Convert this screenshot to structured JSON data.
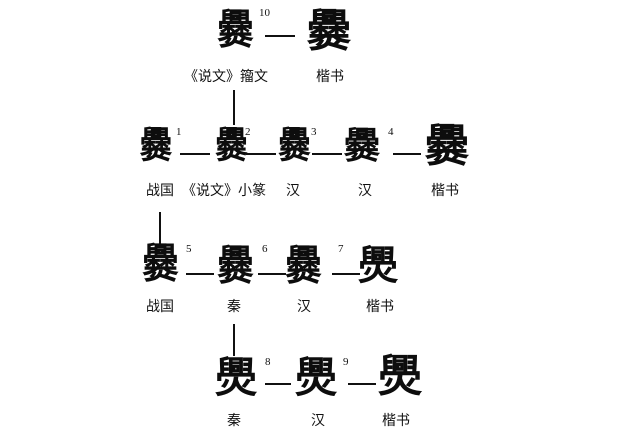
{
  "diagram": {
    "title_character": "爨",
    "background": "#ffffff",
    "ink": "#111111",
    "rows": [
      {
        "nodes": [
          {
            "id": 10,
            "glyph": "爨",
            "number": "10",
            "label": "《说文》籀文"
          },
          {
            "id": "kai-a",
            "glyph": "爨",
            "number": "",
            "label": "楷书"
          }
        ]
      },
      {
        "nodes": [
          {
            "id": 1,
            "glyph": "爨",
            "number": "1",
            "label": "战国"
          },
          {
            "id": 2,
            "glyph": "爨",
            "number": "2",
            "label": "《说文》小篆"
          },
          {
            "id": 3,
            "glyph": "爨",
            "number": "3",
            "label": "汉"
          },
          {
            "id": 4,
            "glyph": "爨",
            "number": "4",
            "label": "汉"
          },
          {
            "id": "kai-b",
            "glyph": "爨",
            "number": "",
            "label": "楷书"
          }
        ]
      },
      {
        "nodes": [
          {
            "id": 5,
            "glyph": "爨",
            "number": "5",
            "label": "战国"
          },
          {
            "id": 6,
            "glyph": "爨",
            "number": "6",
            "label": "秦"
          },
          {
            "id": 7,
            "glyph": "爨",
            "number": "7",
            "label": "汉"
          },
          {
            "id": "kai-c",
            "glyph": "爂",
            "number": "",
            "label": "楷书"
          }
        ]
      },
      {
        "nodes": [
          {
            "id": 8,
            "glyph": "爂",
            "number": "8",
            "label": "秦"
          },
          {
            "id": 9,
            "glyph": "爂",
            "number": "9",
            "label": "汉"
          },
          {
            "id": "kai-d",
            "glyph": "爂",
            "number": "",
            "label": "楷书"
          }
        ]
      }
    ],
    "connections": [
      {
        "from": "10",
        "to": "2",
        "type": "vertical"
      },
      {
        "from": "1",
        "to": "5",
        "type": "vertical"
      },
      {
        "from": "6",
        "to": "8",
        "type": "vertical"
      }
    ]
  }
}
